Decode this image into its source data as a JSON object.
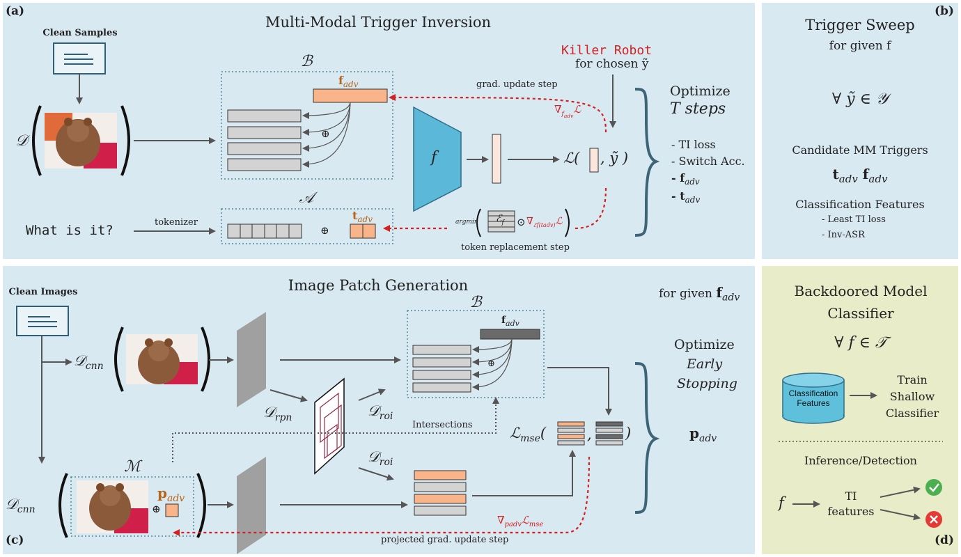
{
  "panel_a": {
    "tag": "(a)",
    "title": "Multi-Modal Trigger Inversion",
    "clean_samples": "Clean Samples",
    "D": "𝒟",
    "B": "ℬ",
    "A": "𝒜",
    "f_adv": "f",
    "f_adv_sub": "adv",
    "t_adv": "t",
    "t_adv_sub": "adv",
    "f": "f",
    "loss": "ℒ(",
    "loss_tail": ", ỹ )",
    "killer_robot": "Killer Robot",
    "for_chosen": "for chosen ỹ",
    "grad_update": "grad. update step",
    "grad_symbol": "∇",
    "grad_symbol_sub": "f",
    "grad_symbol_subsub": "adv",
    "grad_symbol_tail": "ℒ",
    "question": "What is it?",
    "tokenizer": "tokenizer",
    "argmin": "argmin",
    "E_f": "ℰ",
    "E_f_sub": "f",
    "odot": "⊙",
    "grad_E": "∇",
    "grad_E_sub": "ℰf(tadv)",
    "grad_E_tail": "ℒ",
    "token_replacement": "token replacement step",
    "plus": "⊕",
    "optimize": "Optimize",
    "t_steps": "T steps",
    "list": [
      "- TI loss",
      "- Switch Acc.",
      "- f",
      "- t"
    ],
    "list_sub": "adv"
  },
  "panel_b": {
    "tag": "(b)",
    "title": "Trigger Sweep",
    "subtitle": "for given f",
    "forall": "∀ ỹ ∈ 𝒴",
    "candidate": "Candidate MM Triggers",
    "triggers": "t",
    "triggers_sub": "adv",
    "triggers2": "f",
    "classification": "Classification Features",
    "features": [
      "- Least TI loss",
      "- Inv-ASR"
    ]
  },
  "panel_c": {
    "tag": "(c)",
    "title": "Image Patch Generation",
    "for_given": "for given",
    "f_adv": "f",
    "adv_sub": "adv",
    "clean_images": "Clean Images",
    "D_cnn": "𝒟",
    "cnn_sub": "cnn",
    "D_rpn": "𝒟",
    "rpn_sub": "rpn",
    "D_roi": "𝒟",
    "roi_sub": "roi",
    "B": "ℬ",
    "M": "ℳ",
    "p_adv": "p",
    "intersections": "Intersections",
    "L_mse": "ℒ",
    "mse_sub": "mse",
    "grad_p": "∇",
    "grad_p_sub": "padv",
    "grad_p_tail": "ℒ",
    "projected": "projected grad. update step",
    "optimize": "Optimize",
    "early": "Early",
    "stopping": "Stopping",
    "plus": "⊕"
  },
  "panel_d": {
    "tag": "(d)",
    "title_1": "Backdoored Model",
    "title_2": "Classifier",
    "forall": "∀ f ∈ 𝒯",
    "db_1": "Classification",
    "db_2": "Features",
    "train_1": "Train",
    "train_2": "Shallow",
    "train_3": "Classifier",
    "inference": "Inference/Detection",
    "f": "f",
    "ti_1": "TI",
    "ti_2": "features"
  },
  "colors": {
    "panel_blue": "#d9e9f1",
    "panel_green": "#e8ecc8",
    "orange": "#f9b48a",
    "grey_bar": "#d3d3d3",
    "dark_bar": "#6a6a6a",
    "cyan_model": "#5cb8d8",
    "red_arrow": "#d42020",
    "brace": "#3d6577",
    "db_cyan": "#5fc0dc",
    "check_green": "#4caf50",
    "cross_red": "#e53935"
  }
}
